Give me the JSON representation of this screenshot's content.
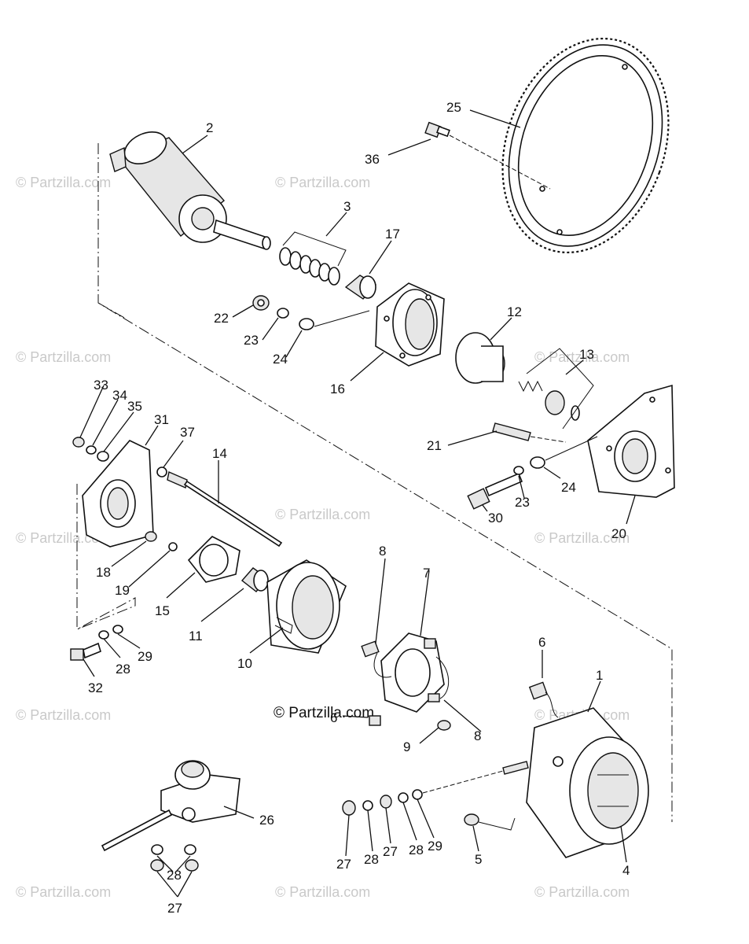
{
  "watermarks": {
    "site": "© Partzilla.com",
    "center": "© Partzilla.com"
  },
  "callouts": {
    "p1": "1",
    "p2": "2",
    "p3": "3",
    "p4": "4",
    "p5": "5",
    "p6a": "6",
    "p6b": "6",
    "p7": "7",
    "p8a": "8",
    "p8b": "8",
    "p9": "9",
    "p10": "10",
    "p11": "11",
    "p12": "12",
    "p13": "13",
    "p14": "14",
    "p15": "15",
    "p16": "16",
    "p17": "17",
    "p18": "18",
    "p19": "19",
    "p20": "20",
    "p21": "21",
    "p22": "22",
    "p23a": "23",
    "p23b": "23",
    "p24a": "24",
    "p24b": "24",
    "p25": "25",
    "p26": "26",
    "p27a": "27",
    "p27b": "27",
    "p27c": "27",
    "p28a": "28",
    "p28b": "28",
    "p28c": "28",
    "p28d": "28",
    "p29a": "29",
    "p29b": "29",
    "p30": "30",
    "p31": "31",
    "p32": "32",
    "p33": "33",
    "p34": "34",
    "p35": "35",
    "p36": "36",
    "p37": "37"
  }
}
